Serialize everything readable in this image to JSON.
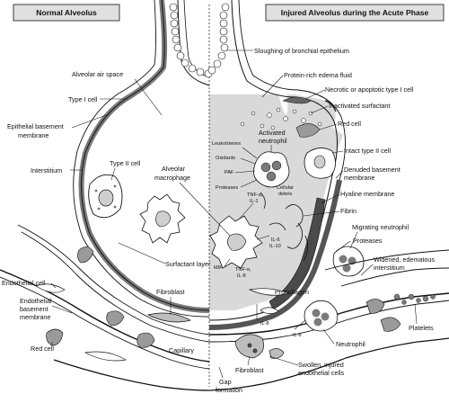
{
  "titles": {
    "left": "Normal Alveolus",
    "right": "Injured Alveolus during the Acute Phase"
  },
  "left_labels": {
    "air_space": "Alveolar air space",
    "type1": "Type I cell",
    "basement_1": "Epithelial basement",
    "basement_2": "membrane",
    "interstitium": "Interstitium",
    "type2": "Type II cell",
    "macrophage_1": "Alveolar",
    "macrophage_2": "macrophage",
    "surfactant": "Surfactant layer",
    "endothelial": "Endothelial cell",
    "endo_bm_1": "Endothelial",
    "endo_bm_2": "basement",
    "endo_bm_3": "membrane",
    "fibroblast": "Fibroblast",
    "red_cell": "Red cell",
    "capillary": "Capillary"
  },
  "right_labels": {
    "sloughing": "Sloughing of bronchial epithelium",
    "edema": "Protein-rich edema fluid",
    "necrotic": "Necrotic or apoptotic type I cell",
    "inactivated": "Inactivated surfactant",
    "red_cell": "Red cell",
    "activated_1": "Activated",
    "activated_2": "neutrophil",
    "intact_type2": "Intact type II cell",
    "denuded_1": "Denuded basement",
    "denuded_2": "membrane",
    "hyaline": "Hyaline membrane",
    "fibrin": "Fibrin",
    "migrating": "Migrating neutrophil",
    "proteases": "Proteases",
    "widened_1": "Widened, edematous",
    "widened_2": "interstitium",
    "procollagen": "Procollagen",
    "neutrophil": "Neutrophil",
    "platelets": "Platelets",
    "swollen_1": "Swollen, injured",
    "swollen_2": "endothelial cells",
    "fibroblast": "Fibroblast",
    "gap_1": "Gap",
    "gap_2": "formation"
  },
  "mediators": {
    "leukotrienes": "Leukotrienes",
    "oxidants": "Oxidants",
    "paf": "PAF",
    "proteases": "Proteases",
    "tnf_il1_1": "TNF-α,",
    "tnf_il1_2": "IL-1",
    "cellular_1": "Cellular",
    "cellular_2": "debris",
    "il6_1": "IL-6",
    "il6_2": "IL-10",
    "mif": "MIF",
    "tnf_il8_1": "TNF-α,",
    "tnf_il8_2": "IL-8",
    "il8_a": "IL-8",
    "il8_b": "IL-8"
  }
}
